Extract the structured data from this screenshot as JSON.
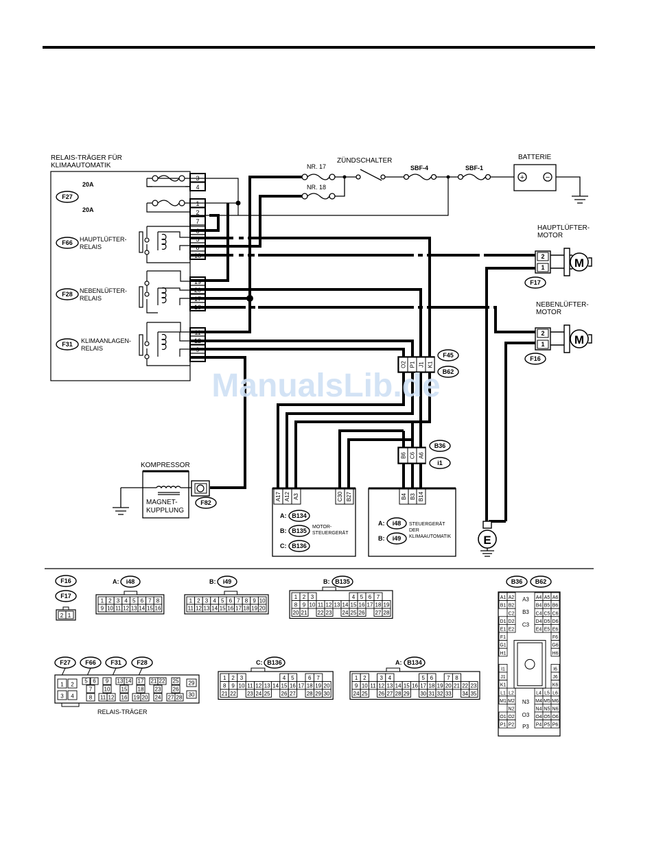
{
  "relay_carrier": {
    "title_l1": "RELAIS-TRÄGER FÜR",
    "title_l2": "KLIMAAUTOMATIK",
    "fuse_top": "20A",
    "fuse_bottom": "20A",
    "conn": "F27",
    "pins": [
      "3",
      "4",
      "1",
      "2",
      "7",
      "6",
      "5",
      "8",
      "18",
      "19",
      "20",
      "17",
      "10",
      "11",
      "12",
      "9"
    ]
  },
  "relays": {
    "main_fan": {
      "conn": "F66",
      "l1": "HAUPTLÜFTER-",
      "l2": "RELAIS"
    },
    "sub_fan": {
      "conn": "F28",
      "l1": "NEBENLÜFTER-",
      "l2": "RELAIS"
    },
    "ac": {
      "conn": "F31",
      "l1": "KLIMAANLAGEN-",
      "l2": "RELAIS"
    }
  },
  "power": {
    "fuse17": "NR. 17",
    "fuse18": "NR. 18",
    "ignition": "ZÜNDSCHALTER",
    "sbf4": "SBF-4",
    "sbf1": "SBF-1",
    "battery": "BATTERIE",
    "plus": "+",
    "minus": "−"
  },
  "main_fan_motor": {
    "l1": "HAUPTLÜFTER-",
    "l2": "MOTOR",
    "conn": "F17",
    "pins": [
      "2",
      "1"
    ],
    "symbol": "M"
  },
  "sub_fan_motor": {
    "l1": "NEBENLÜFTER-",
    "l2": "MOTOR",
    "conn": "F16",
    "pins": [
      "2",
      "1"
    ],
    "symbol": "M"
  },
  "connector_f45": {
    "conn_a": "F45",
    "conn_b": "B62",
    "pins": [
      "O2",
      "P1",
      "J1",
      "K1"
    ]
  },
  "connector_b36": {
    "conn_a": "B36",
    "conn_b": "i1",
    "pins": [
      "B6",
      "C6",
      "A6"
    ]
  },
  "compressor": {
    "title": "KOMPRESSOR",
    "l1": "MAGNET-",
    "l2": "KUPPLUNG",
    "conn": "F82"
  },
  "engine_ecu": {
    "pins": [
      "A17",
      "A12",
      "A3",
      "C30",
      "B27"
    ],
    "a": "A:",
    "a_conn": "B134",
    "b": "B:",
    "b_conn": "B135",
    "c": "C:",
    "c_conn": "B136",
    "l1": "MOTOR-",
    "l2": "STEUERGERÄT"
  },
  "ac_ecu": {
    "pins": [
      "B4",
      "B3",
      "B14"
    ],
    "a": "A:",
    "a_conn": "i48",
    "b": "B:",
    "b_conn": "i49",
    "l1": "STEUERGERÄT",
    "l2": "DER",
    "l3": "KLIMAAUTOMATIK"
  },
  "ground_e": "E",
  "watermark": "ManualsLib.de",
  "legend": {
    "f16": "F16",
    "f17": "F17",
    "f16_pins": [
      "2",
      "1"
    ],
    "a_i48": {
      "pre": "A:",
      "conn": "i48",
      "row1": [
        "1",
        "2",
        "3",
        "4",
        "5",
        "6",
        "7",
        "8"
      ],
      "row2": [
        "9",
        "10",
        "11",
        "12",
        "13",
        "14",
        "15",
        "16"
      ]
    },
    "b_i49": {
      "pre": "B:",
      "conn": "i49",
      "row1": [
        "1",
        "2",
        "3",
        "4",
        "5",
        "6",
        "7",
        "8",
        "9",
        "10"
      ],
      "row2": [
        "11",
        "12",
        "13",
        "14",
        "15",
        "16",
        "17",
        "18",
        "19",
        "20"
      ]
    },
    "b_b135": {
      "pre": "B:",
      "conn": "B135",
      "row1": [
        "1",
        "2",
        "3",
        "",
        "",
        "",
        "",
        "4",
        "5",
        "6",
        "7"
      ],
      "row2": [
        "8",
        "9",
        "10",
        "11",
        "12",
        "13",
        "14",
        "15",
        "16",
        "17",
        "18",
        "19"
      ],
      "row3": [
        "20",
        "21",
        "",
        "22",
        "23",
        "",
        "24",
        "25",
        "26",
        "",
        "27",
        "28"
      ]
    },
    "b36": "B36",
    "b62": "B62",
    "relay_conns": [
      "F27",
      "F66",
      "F31",
      "F28"
    ],
    "relay_carrier_label": "RELAIS-TRÄGER",
    "c_b136": {
      "pre": "C:",
      "conn": "B136",
      "row1": [
        "1",
        "2",
        "3",
        "",
        "",
        "",
        "",
        "4",
        "5",
        "",
        "6",
        "7"
      ],
      "row2": [
        "8",
        "9",
        "10",
        "11",
        "12",
        "13",
        "14",
        "15",
        "16",
        "17",
        "18",
        "19",
        "20"
      ],
      "row3": [
        "21",
        "22",
        "",
        "23",
        "24",
        "25",
        "",
        "26",
        "27",
        "",
        "28",
        "29",
        "30"
      ]
    },
    "a_b134": {
      "pre": "A:",
      "conn": "B134",
      "row1": [
        "1",
        "2",
        "",
        "3",
        "4",
        "",
        "",
        "",
        "5",
        "6",
        "",
        "7",
        "8"
      ],
      "row2": [
        "9",
        "10",
        "11",
        "12",
        "13",
        "14",
        "15",
        "16",
        "17",
        "18",
        "19",
        "20",
        "21",
        "22",
        "23"
      ],
      "row3": [
        "24",
        "25",
        "",
        "26",
        "27",
        "28",
        "29",
        "",
        "30",
        "31",
        "32",
        "33",
        "",
        "34",
        "35"
      ]
    },
    "relay_block": {
      "r1": [
        "1",
        "2",
        "5",
        "6",
        "9",
        "13",
        "14",
        "17",
        "21",
        "22",
        "25",
        "29"
      ],
      "r2": [
        "7",
        "10",
        "15",
        "18",
        "23",
        "26"
      ],
      "r3": [
        "3",
        "4",
        "8",
        "11",
        "12",
        "16",
        "19",
        "20",
        "24",
        "27",
        "28",
        "30"
      ]
    },
    "b36_grid": {
      "left": [
        "A1",
        "A2",
        "B1",
        "B2",
        "C2",
        "D1",
        "D2",
        "E1",
        "E2",
        "F1",
        "G1",
        "H1",
        "I1",
        "J1",
        "K1",
        "L1",
        "L2",
        "M1",
        "M2",
        "N2",
        "O1",
        "O2",
        "P1",
        "P2"
      ],
      "center": [
        "A3",
        "B3",
        "C3",
        "N3",
        "O3",
        "P3"
      ],
      "right": [
        "A4",
        "A5",
        "A6",
        "B4",
        "B5",
        "B6",
        "C4",
        "C5",
        "C6",
        "D4",
        "D5",
        "D6",
        "E4",
        "E5",
        "E6",
        "F6",
        "G6",
        "H6",
        "I6",
        "J6",
        "K6",
        "L4",
        "L5",
        "L6",
        "M4",
        "M5",
        "M6",
        "N4",
        "N5",
        "N6",
        "O4",
        "O5",
        "O6",
        "P4",
        "P5",
        "P6"
      ]
    }
  }
}
